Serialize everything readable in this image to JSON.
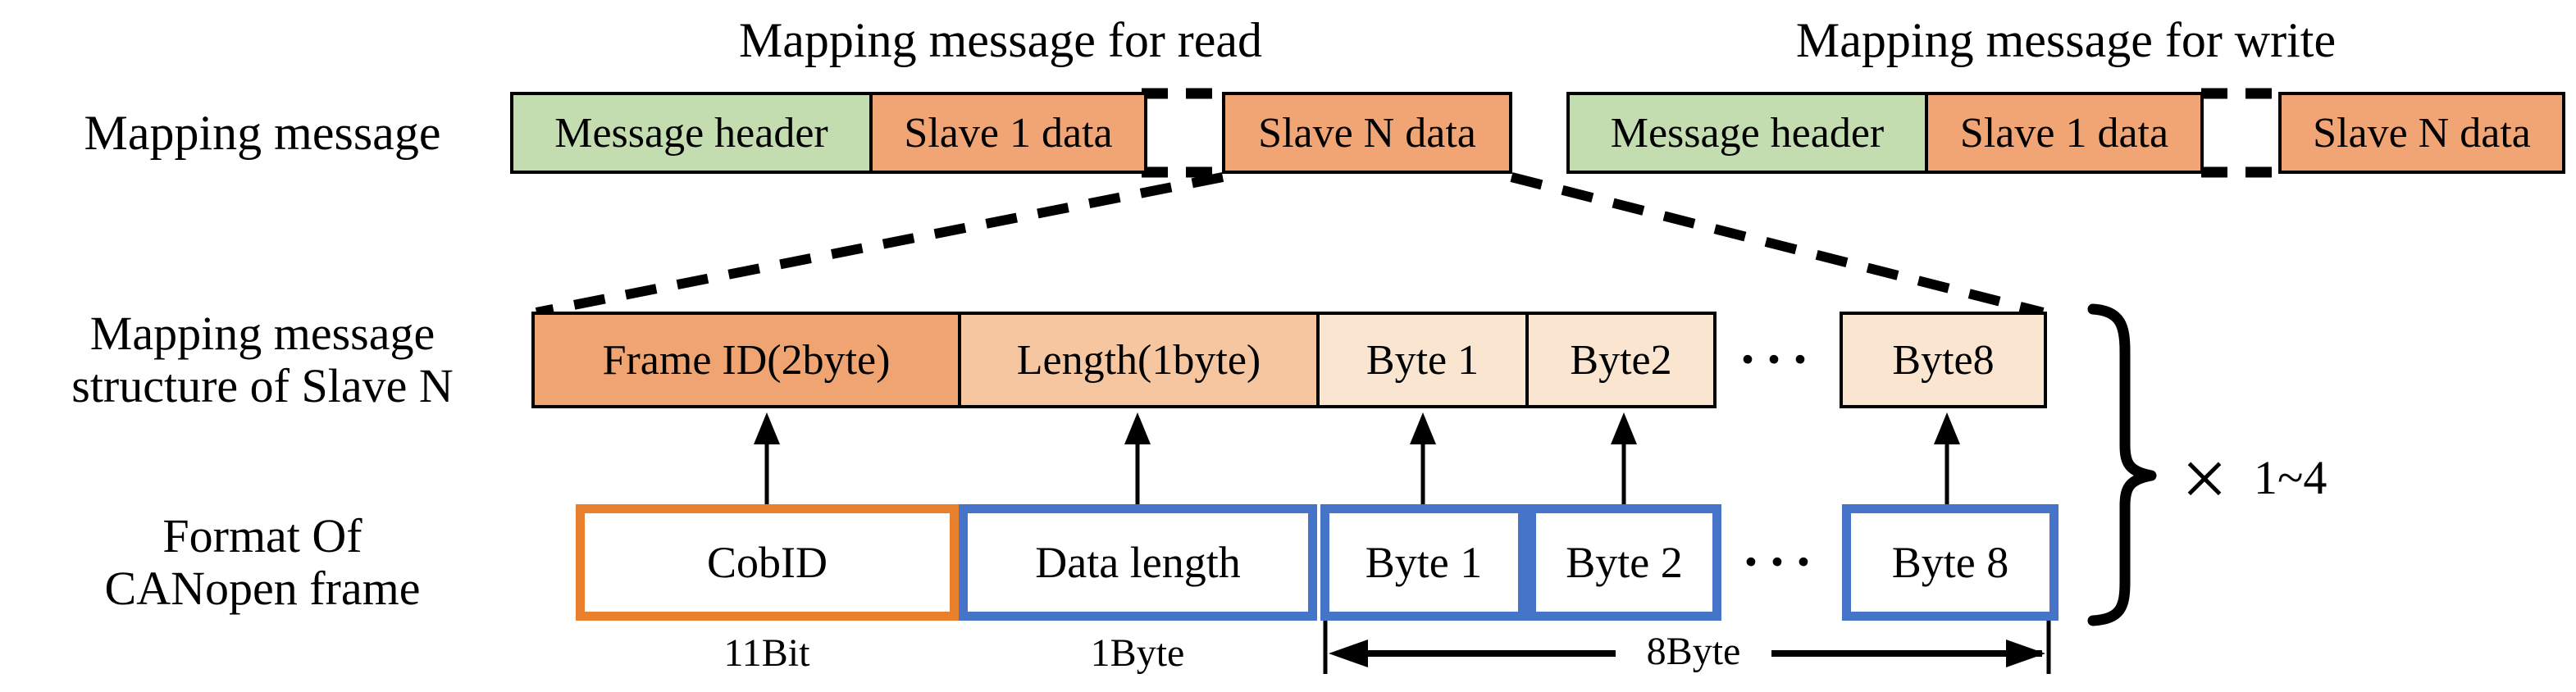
{
  "titles": {
    "read": "Mapping message for read",
    "write": "Mapping message for write"
  },
  "row_labels": {
    "row1": "Mapping message",
    "row2_line1": "Mapping message",
    "row2_line2": "structure of Slave N",
    "row3_line1": "Format Of",
    "row3_line2": "CANopen frame"
  },
  "mapping_message": {
    "read": {
      "header": "Message header",
      "slave1": "Slave 1 data",
      "slaveN": "Slave N data"
    },
    "write": {
      "header": "Message header",
      "slave1": "Slave 1 data",
      "slaveN": "Slave N data"
    }
  },
  "slave_structure": {
    "frame_id": "Frame ID(2byte)",
    "length": "Length(1byte)",
    "byte1": "Byte 1",
    "byte2": "Byte2",
    "ellipsis": "···",
    "byte8": "Byte8"
  },
  "canopen_frame": {
    "cobid": "CobID",
    "data_length": "Data length",
    "byte1": "Byte 1",
    "byte2": "Byte 2",
    "ellipsis": "···",
    "byte8": "Byte 8"
  },
  "annotations": {
    "cobid_size": "11Bit",
    "length_size": "1Byte",
    "bytes_size": "8Byte",
    "multiply": "×",
    "multiplier": "1~4"
  },
  "colors": {
    "header_green": "#c3ddb1",
    "slave_orange": "#f1a474",
    "frame_id_fill": "#efa471",
    "length_fill": "#f6c6a0",
    "byte_fill": "#fae5d1",
    "cobid_border": "#e8802e",
    "blue_border": "#4674c8",
    "line_black": "#000000"
  }
}
